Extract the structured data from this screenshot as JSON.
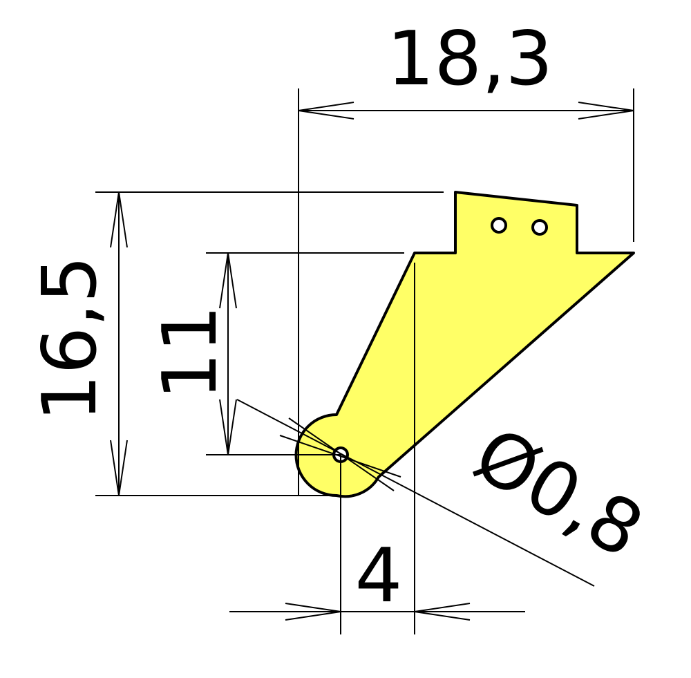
{
  "dimensions": {
    "width": "18,3",
    "height_total": "16,5",
    "height_inner": "11",
    "offset": "4",
    "hole_diameter": "Ø0,8"
  },
  "colors": {
    "part_fill": "#ffff66",
    "line": "#000000"
  }
}
